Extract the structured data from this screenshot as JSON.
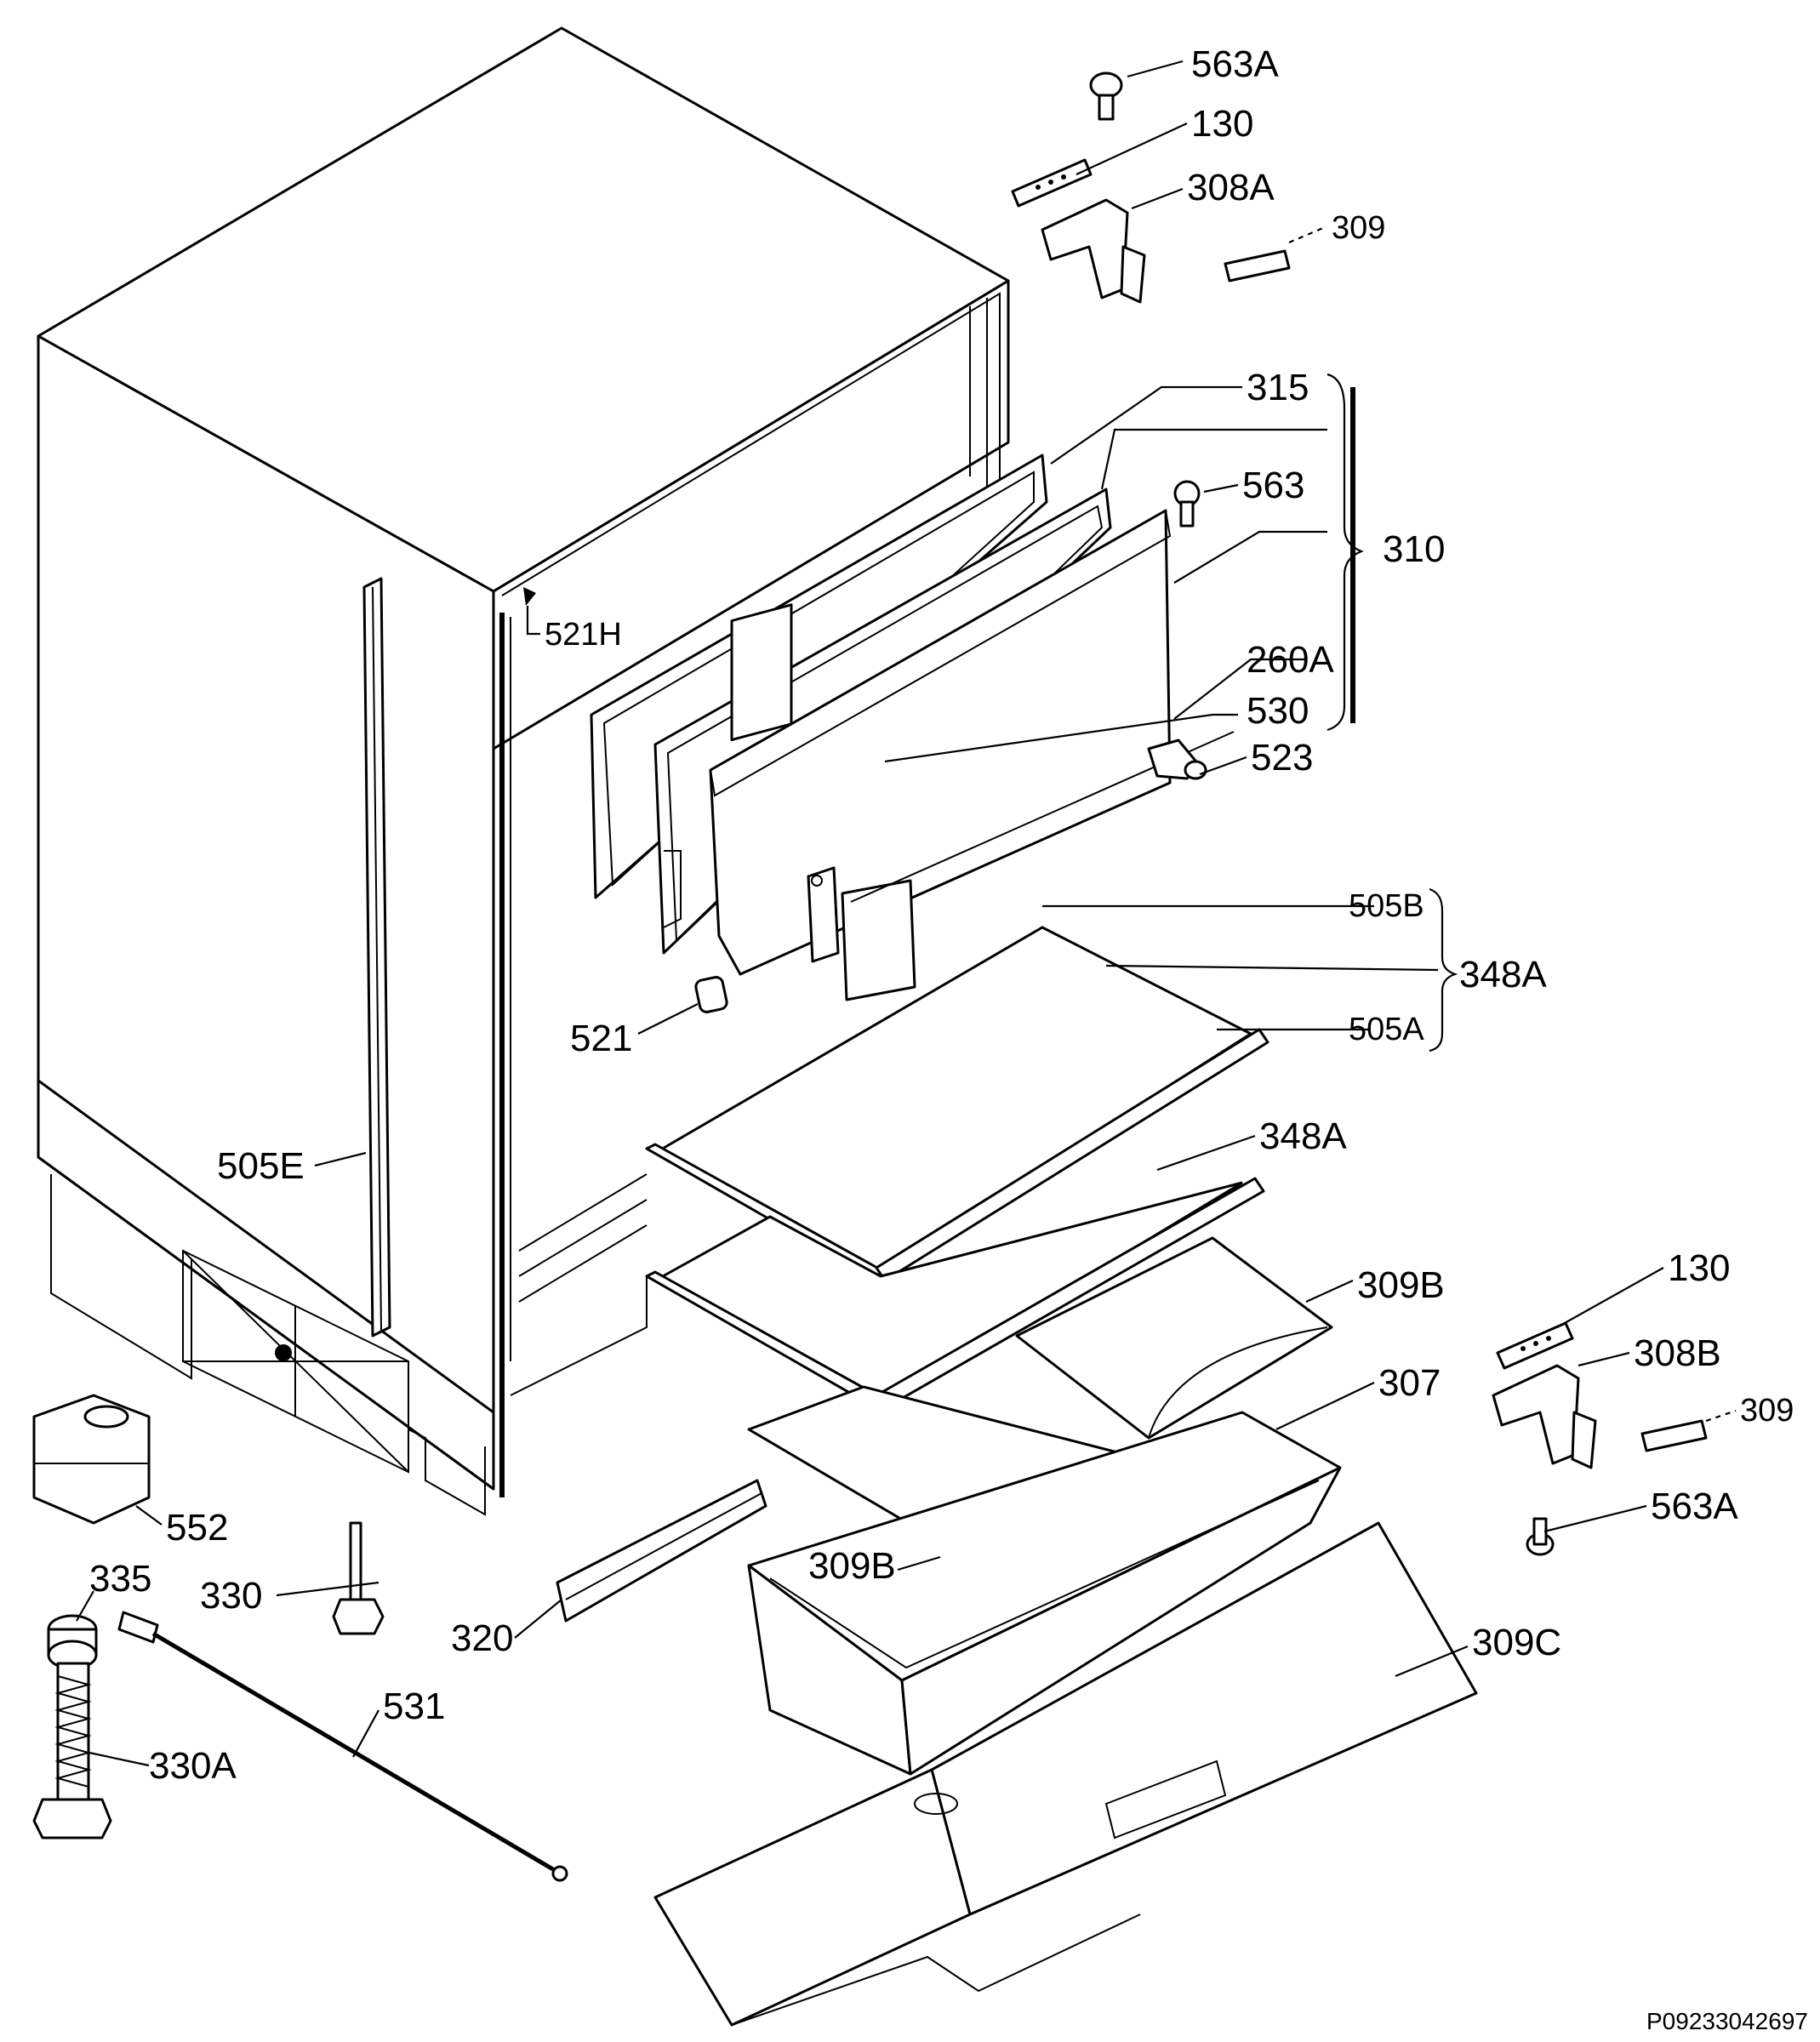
{
  "parts": [
    {
      "id": "563A_top",
      "label": "563A"
    },
    {
      "id": "130_top",
      "label": "130"
    },
    {
      "id": "308A",
      "label": "308A"
    },
    {
      "id": "309_top",
      "label": "309"
    },
    {
      "id": "315",
      "label": "315"
    },
    {
      "id": "563",
      "label": "563"
    },
    {
      "id": "310",
      "label": "310"
    },
    {
      "id": "521H",
      "label": "521H"
    },
    {
      "id": "260A",
      "label": "260A"
    },
    {
      "id": "530",
      "label": "530"
    },
    {
      "id": "523",
      "label": "523"
    },
    {
      "id": "505B",
      "label": "505B"
    },
    {
      "id": "348A_group",
      "label": "348A"
    },
    {
      "id": "505A",
      "label": "505A"
    },
    {
      "id": "521",
      "label": "521"
    },
    {
      "id": "348A",
      "label": "348A"
    },
    {
      "id": "505E",
      "label": "505E"
    },
    {
      "id": "309B_right",
      "label": "309B"
    },
    {
      "id": "130_bottom",
      "label": "130"
    },
    {
      "id": "307",
      "label": "307"
    },
    {
      "id": "308B",
      "label": "308B"
    },
    {
      "id": "309_bottom",
      "label": "309"
    },
    {
      "id": "563A_bottom",
      "label": "563A"
    },
    {
      "id": "552",
      "label": "552"
    },
    {
      "id": "335",
      "label": "335"
    },
    {
      "id": "330",
      "label": "330"
    },
    {
      "id": "309B_left",
      "label": "309B"
    },
    {
      "id": "309C",
      "label": "309C"
    },
    {
      "id": "320",
      "label": "320"
    },
    {
      "id": "531",
      "label": "531"
    },
    {
      "id": "330A",
      "label": "330A"
    }
  ],
  "reference_code": "P09233042697"
}
